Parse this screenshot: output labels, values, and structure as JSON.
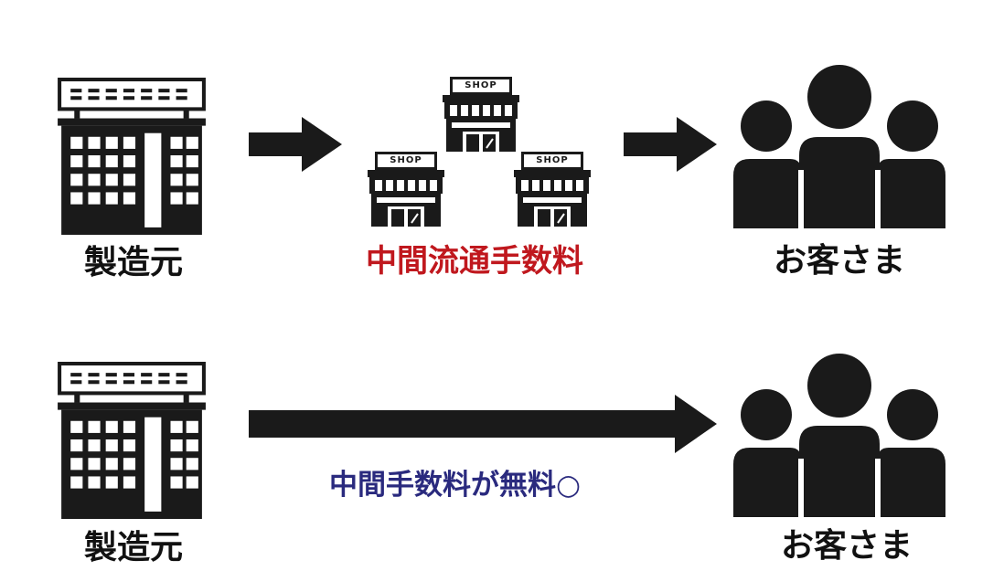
{
  "colors": {
    "icon": "#1a1a1a",
    "fee_label": "#c0181e",
    "free_label": "#2a2a7e",
    "background": "#ffffff"
  },
  "row1": {
    "manufacturer_label": "製造元",
    "shops_label": "中間流通手数料",
    "shop_sign": "SHOP",
    "customer_label": "お客さま"
  },
  "row2": {
    "manufacturer_label": "製造元",
    "arrow_label": "中間手数料が無料○",
    "customer_label": "お客さま"
  },
  "icons": {
    "manufacturer": "factory-building-icon",
    "shop": "shop-store-icon",
    "customers": "people-group-icon",
    "arrow": "right-arrow-icon"
  }
}
